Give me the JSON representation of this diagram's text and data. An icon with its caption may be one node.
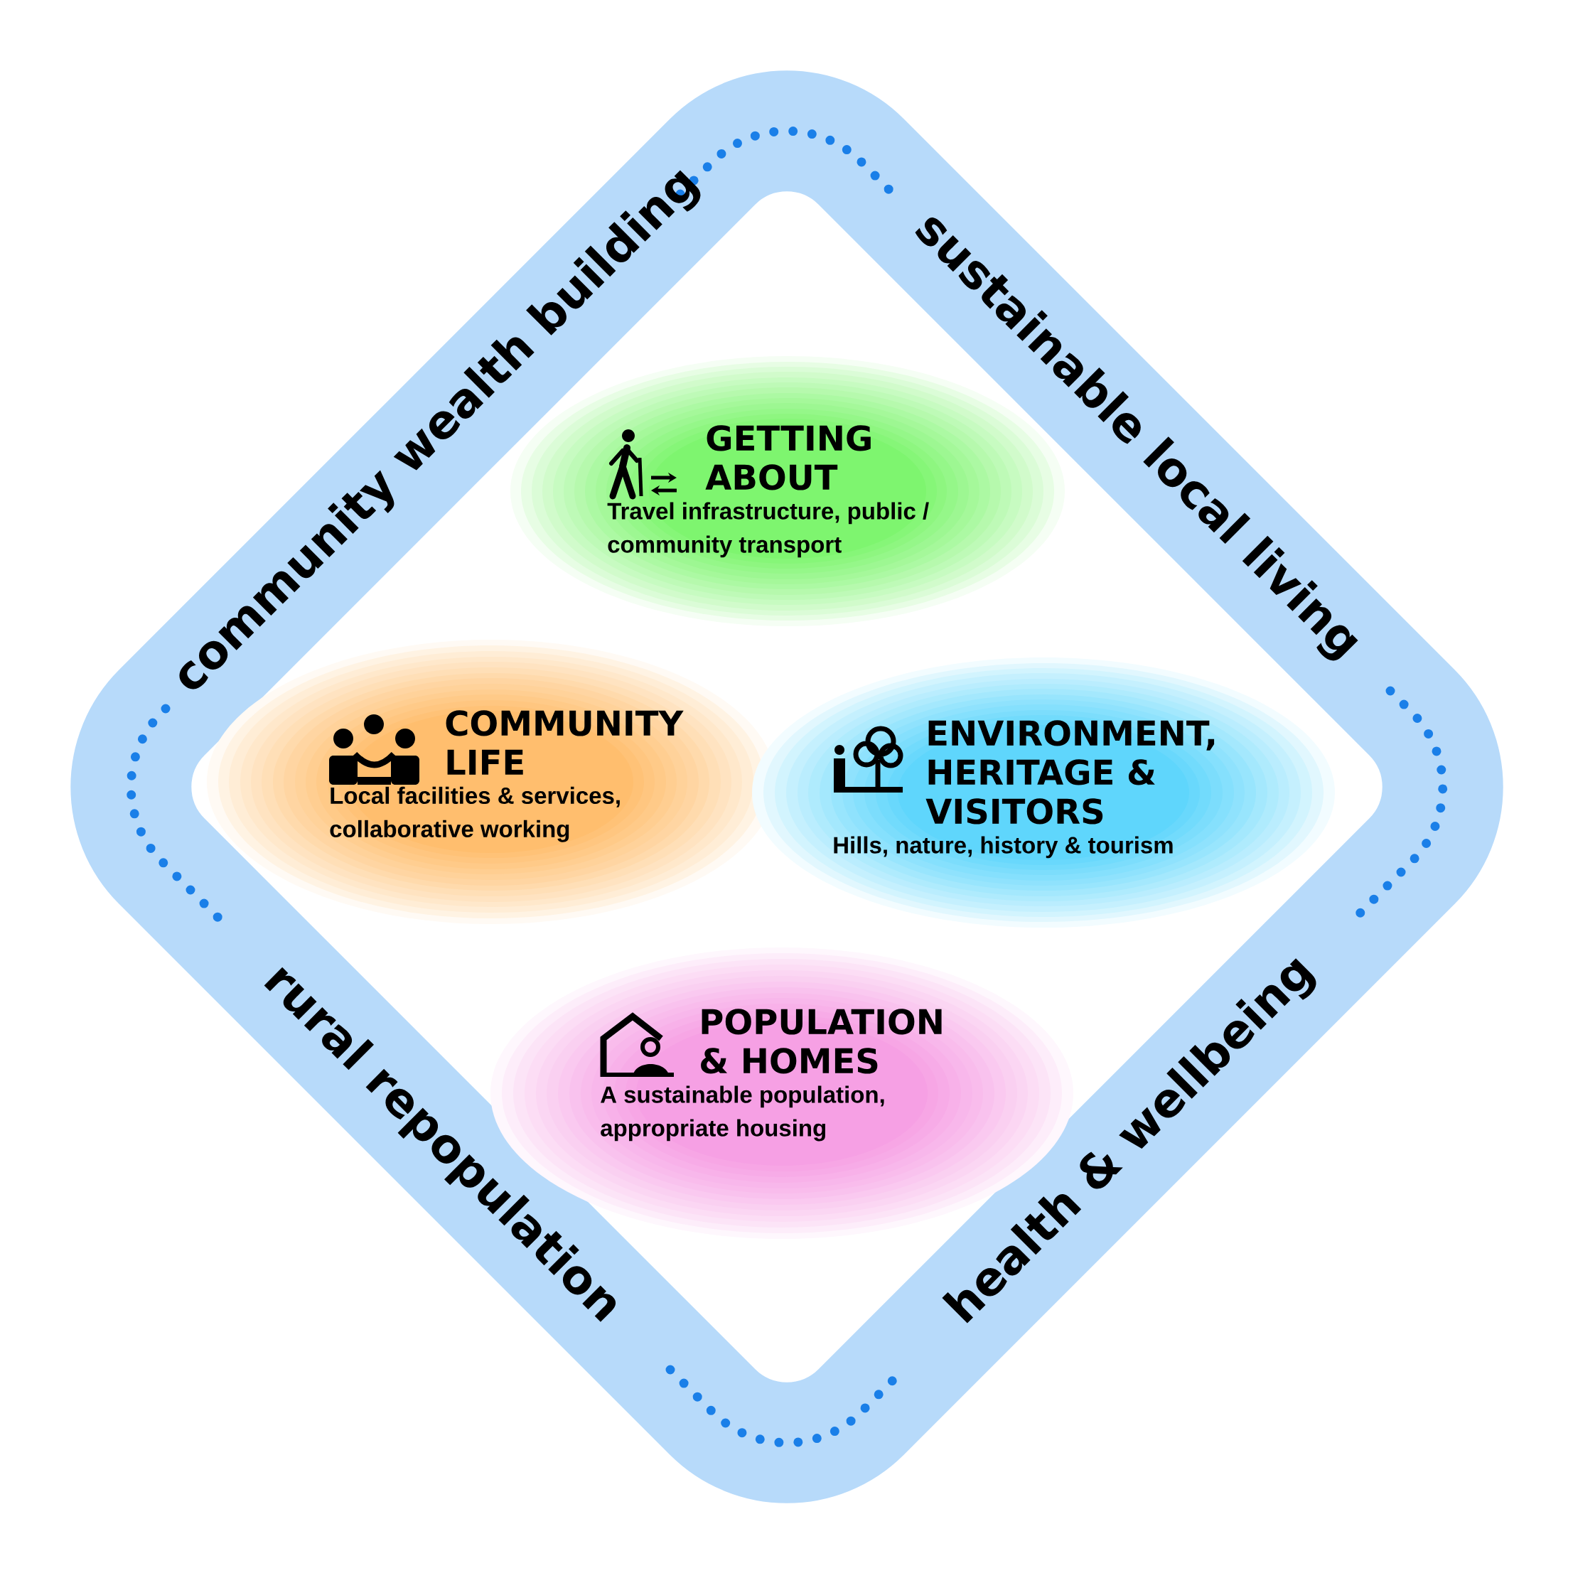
{
  "diagram": {
    "nodes": [
      {
        "text": [
          "community wealth building",
          "sustainable local living",
          "rural repopulation",
          "health & wellbeing"
        ]
      },
      {
        "text": [
          "GETTING ABOUT",
          "Travel infrastructure, public / community transport"
        ],
        "in": 0
      },
      {
        "text": [
          "COMMUNITY LIFE",
          "Local facilities & services, collaborative working"
        ],
        "in": 0
      },
      {
        "text": [
          "ENVIRONMENT, HERITAGE & VISITORS",
          "Hills, nature, history & tourism"
        ],
        "in": 0
      },
      {
        "text": [
          "POPULATION & HOMES",
          "A sustainable population, appropriate housing"
        ],
        "in": 0
      }
    ]
  }
}
